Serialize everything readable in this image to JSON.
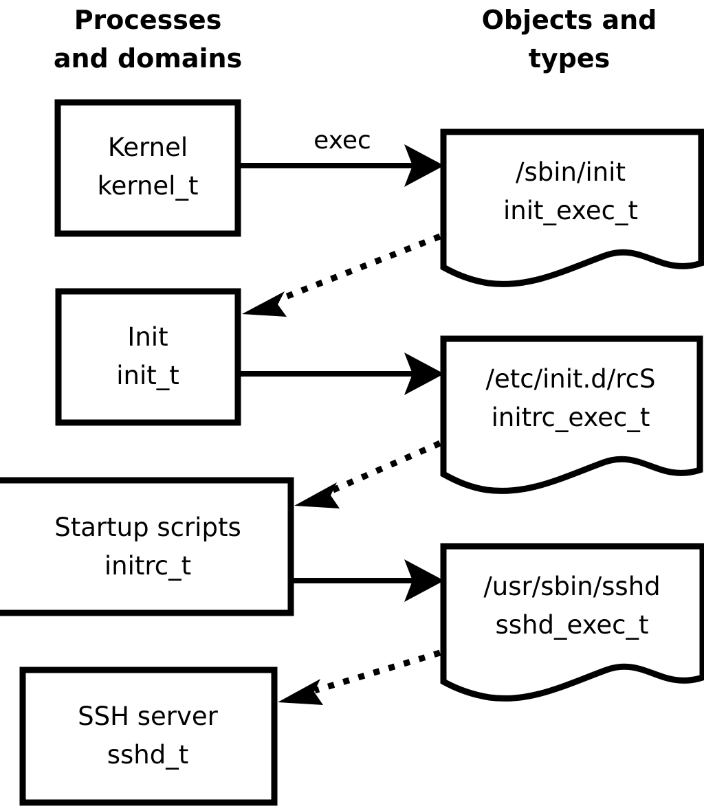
{
  "diagram": {
    "title_columns": [
      {
        "id": "processes",
        "line1": "Processes",
        "line2": "and domains"
      },
      {
        "id": "objects",
        "line1": "Objects and",
        "line2": "types"
      }
    ],
    "process_nodes": [
      {
        "id": "kernel",
        "name": "Kernel",
        "type": "kernel_t"
      },
      {
        "id": "init",
        "name": "Init",
        "type": "init_t"
      },
      {
        "id": "initrc",
        "name": "Startup scripts",
        "type": "initrc_t"
      },
      {
        "id": "sshd",
        "name": "SSH server",
        "type": "sshd_t"
      }
    ],
    "object_nodes": [
      {
        "id": "init_exec",
        "path": "/sbin/init",
        "type": "init_exec_t"
      },
      {
        "id": "initrc_exec",
        "path": "/etc/init.d/rcS",
        "type": "initrc_exec_t"
      },
      {
        "id": "sshd_exec",
        "path": "/usr/sbin/sshd",
        "type": "sshd_exec_t"
      }
    ],
    "edges": [
      {
        "id": "kernel-exec-init_exec",
        "from": "kernel",
        "to": "init_exec",
        "label": "exec",
        "style": "solid"
      },
      {
        "id": "init_exec-to-init",
        "from": "init_exec",
        "to": "init",
        "label": "",
        "style": "dotted"
      },
      {
        "id": "init-exec-initrc_exec",
        "from": "init",
        "to": "initrc_exec",
        "label": "",
        "style": "solid"
      },
      {
        "id": "initrc_exec-to-initrc",
        "from": "initrc_exec",
        "to": "initrc",
        "label": "",
        "style": "dotted"
      },
      {
        "id": "initrc-exec-sshd_exec",
        "from": "initrc",
        "to": "sshd_exec",
        "label": "",
        "style": "solid"
      },
      {
        "id": "sshd_exec-to-sshd",
        "from": "sshd_exec",
        "to": "sshd",
        "label": "",
        "style": "dotted"
      }
    ],
    "colors": {
      "background": "#ffffff",
      "stroke": "#000000",
      "text": "#000000"
    }
  }
}
